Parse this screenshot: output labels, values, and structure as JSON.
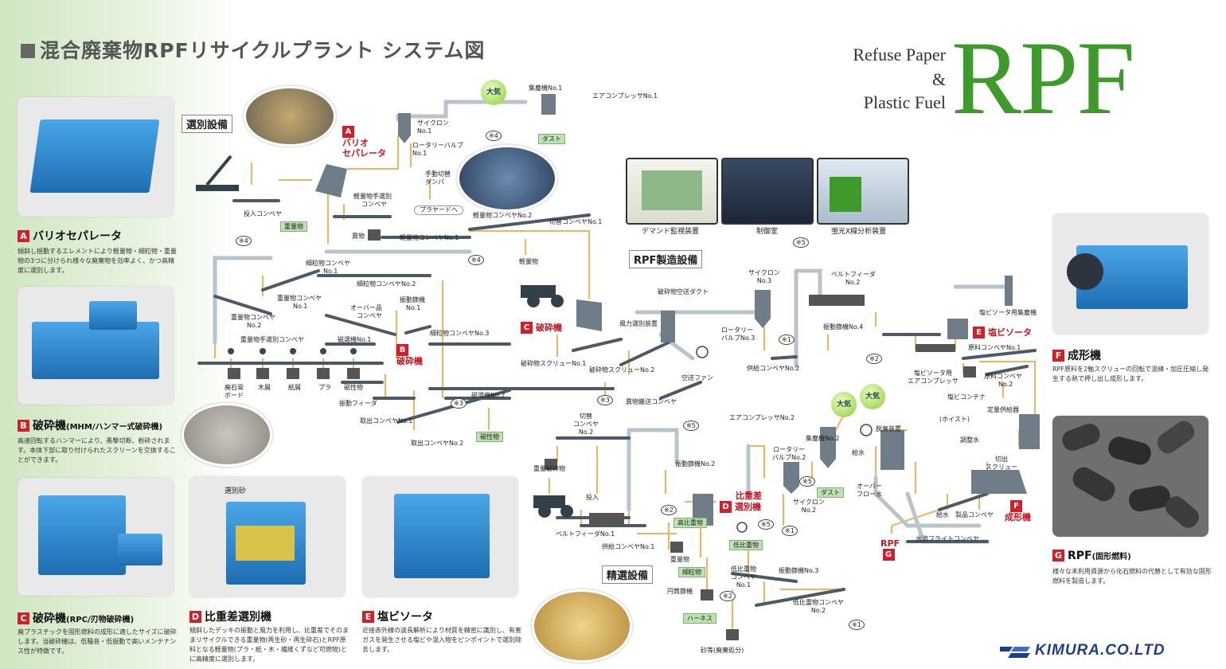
{
  "title": "混合廃棄物RPFリサイクルプラント システム図",
  "brand": {
    "line1": "Refuse Paper",
    "line2": "&",
    "line3": "Plastic Fuel",
    "big": "RPF",
    "company": "KIMURA.CO.LTD"
  },
  "colors": {
    "accent_red": "#d0202a",
    "brand_green": "#3e9a2a",
    "flow_orange": "#f2b35a",
    "flow_gray": "#b8c4cc"
  },
  "legend_left": [
    {
      "badge": "A",
      "title": "バリオセパレータ",
      "sub": "",
      "desc": "傾斜し揺動するエレメントにより軽量物・細粒物・重量物の3つに分けられ様々な廃棄物を効率よく、かつ高精度に選別します。"
    },
    {
      "badge": "B",
      "title": "破砕機",
      "sub": "(MHM/ハンマー式破砕機)",
      "desc": "高速回転するハンマーにより、衝撃切断、粉砕されます。本体下部に取り付けられたスクリーンを交換することができます。"
    },
    {
      "badge": "C",
      "title": "破砕機",
      "sub": "(RPC/刃物破砕機)",
      "desc": "廃プラスチックを固形燃料の成形に適したサイズに破砕します。当破砕機は、低騒音・低振動で高いメンテナンス性が特徴です。"
    }
  ],
  "legend_bottom": [
    {
      "badge": "D",
      "title": "比重差選別機",
      "desc": "傾斜したデッキの振動と風力を利用し、比重差でそのままリサイクルできる重量物(再生砂・再生砕石)とRPF原料となる軽量物(プラ・紙・木・繊維くずなど可燃物)とに高精度に選別します。",
      "bubble": "選別砂"
    },
    {
      "badge": "E",
      "title": "塩ビソータ",
      "desc": "近接赤外線の波長解析により材質を精密に識別し、有害ガスを発生させる塩ビや混入物をピンポイントで選別除去します。"
    }
  ],
  "legend_right": [
    {
      "badge": "F",
      "title": "成形機",
      "sub": "",
      "desc": "RPF原料を2軸スクリューの回転で混練・加圧圧縮し発生する熱で押し出し成形します。"
    },
    {
      "badge": "G",
      "title": "RPF",
      "sub": "(固形燃料)",
      "desc": "様々な未利用資源から化石燃料の代替として有効な固形燃料を製造します。"
    }
  ],
  "sections": {
    "sorting": "選別設備",
    "manufacturing": "RPF製造設備",
    "fine": "精選設備"
  },
  "control": {
    "monitor1": "デマンド監視装置",
    "monitor2": "制御室",
    "monitor3": "蛍光X線分析装置"
  },
  "tags": {
    "A": {
      "badge": "A",
      "l1": "バリオ",
      "l2": "セパレータ"
    },
    "B": {
      "badge": "B",
      "l1": "破砕機"
    },
    "C": {
      "badge": "C",
      "l1": "破砕機"
    },
    "D": {
      "badge": "D",
      "l1": "比重差",
      "l2": "選別機"
    },
    "E": {
      "badge": "E",
      "l1": "塩ビソータ"
    },
    "F": {
      "badge": "F",
      "l1": "成形機"
    },
    "G": {
      "l1": "RPF",
      "badge": "G"
    }
  },
  "air": [
    "大気",
    "大気",
    "大気"
  ],
  "labels": {
    "dust_collector1": "集塵機No.1",
    "compressor1": "エアコンプレッサNo.1",
    "cyclone1a": "サイクロン",
    "cyclone1b": "No.1",
    "rotary1a": "ロータリーバルブ",
    "rotary1b": "No.1",
    "damper_a": "手動切替",
    "damper_b": "ダンパ",
    "to_player": "プラヤードへ",
    "light_manual_a": "軽量物手選別",
    "light_manual_b": "コンベヤ",
    "input_conveyor": "投入コンベヤ",
    "foreign": "異物",
    "light_conv1": "軽量物コンベヤNo.1",
    "light_conv2": "軽量物コンベヤNo.2",
    "switch_conv1": "切替コンベヤNo.1",
    "light_item": "軽量物",
    "fine_conv1a": "細粒物コンベヤ",
    "fine_conv1b": "No.1",
    "fine_conv2": "細粒物コンベヤNo.2",
    "fine_conv3": "細粒物コンベヤNo.3",
    "heavy_conv1a": "重量物コンベヤ",
    "heavy_conv1b": "No.1",
    "heavy_conv2a": "重量物コンベヤ",
    "heavy_conv2b": "No.2",
    "heavy_manual": "重量物手選別コンベヤ",
    "over_a": "オーバー品",
    "over_b": "コンベヤ",
    "vib_screen1a": "振動篩機",
    "vib_screen1b": "No.1",
    "magnet1": "磁選機No.1",
    "magnet2": "磁選機No.2",
    "b1": "廃石膏",
    "b1b": "ボード",
    "b2": "木屑",
    "b3": "紙屑",
    "b4": "プラ",
    "b5": "磁性物",
    "vib_feeder": "振動フィーダ",
    "takeout1": "取出コンベヤNo.1",
    "takeout2": "取出コンベヤNo.2",
    "screw1": "破砕物スクリューNo.1",
    "screw2": "破砕物スクリューNo.2",
    "air_sort": "風力選別装置",
    "duct": "破砕物空送ダクト",
    "fan": "空送ファン",
    "foreign_conv": "異物搬送コンベヤ",
    "cyclone3a": "サイクロン",
    "cyclone3b": "No.3",
    "rotary3a": "ロータリー",
    "rotary3b": "バルブNo.3",
    "belt_feeder2a": "ベルトフィーダ",
    "belt_feeder2b": "No.2",
    "vib_screen4": "振動篩機No.4",
    "supply_conv2": "供給コンベヤNo.2",
    "pvc_collector": "塩ビソータ用集塵機",
    "raw_conv1": "原料コンベヤNo.1",
    "raw_conv2a": "原料コンベヤ",
    "raw_conv2b": "No.2",
    "pvc_comp_a": "塩ビソータ用",
    "pvc_comp_b": "エアコンプレッサ",
    "pvc_container": "塩ビコンテナ",
    "hoist": "(ホイスト)",
    "qfeeder": "定量供給器",
    "adjust_water": "調整水",
    "cut_screw_a": "切出",
    "cut_screw_b": "スクリュー",
    "deodor": "脱臭装置",
    "water_supply": "給水",
    "overflow_a": "オーバー",
    "overflow_b": "フロー水",
    "water_supply2": "給水",
    "product_conv": "製品コンベヤ",
    "water_flight": "水流フライトコンベヤ",
    "switch_conv2a": "切替",
    "switch_conv2b": "コンベヤ",
    "switch_conv2c": "No.2",
    "heavy_crushed": "重量破砕物",
    "input": "投入",
    "belt_feeder1": "ベルトフィーダNo.1",
    "supply_conv1": "供給コンベヤNo.1",
    "comp2": "エアコンプレッサNo.2",
    "dust2": "集塵機No.2",
    "rotary2a": "ロータリー",
    "rotary2b": "バルブNo.2",
    "cyclone2a": "サイクロン",
    "cyclone2b": "No.2",
    "vib_screen2": "振動篩機No.2",
    "vib_screen3": "振動篩機No.3",
    "heavy": "重量物",
    "drum": "円筒篩機",
    "lowsg1a": "低比重物",
    "lowsg1b": "コンベヤ",
    "lowsg1c": "No.1",
    "lowsg2a": "低比重物コンベヤ",
    "lowsg2b": "No.2",
    "sand": "砂等(廃棄処分)"
  },
  "green_tags": {
    "heavy": "重量物",
    "magnetic": "磁性物",
    "high": "高比重物",
    "low": "低比重物",
    "fine": "細粒物",
    "harness": "ハーネス",
    "dust1": "ダスト",
    "dust2": "ダスト"
  },
  "notes": [
    "※4",
    "※4",
    "※4",
    "※5",
    "※1",
    "※2",
    "※3",
    "※3",
    "※5",
    "※2",
    "※5",
    "※5",
    "※1",
    "※2",
    "※1"
  ]
}
